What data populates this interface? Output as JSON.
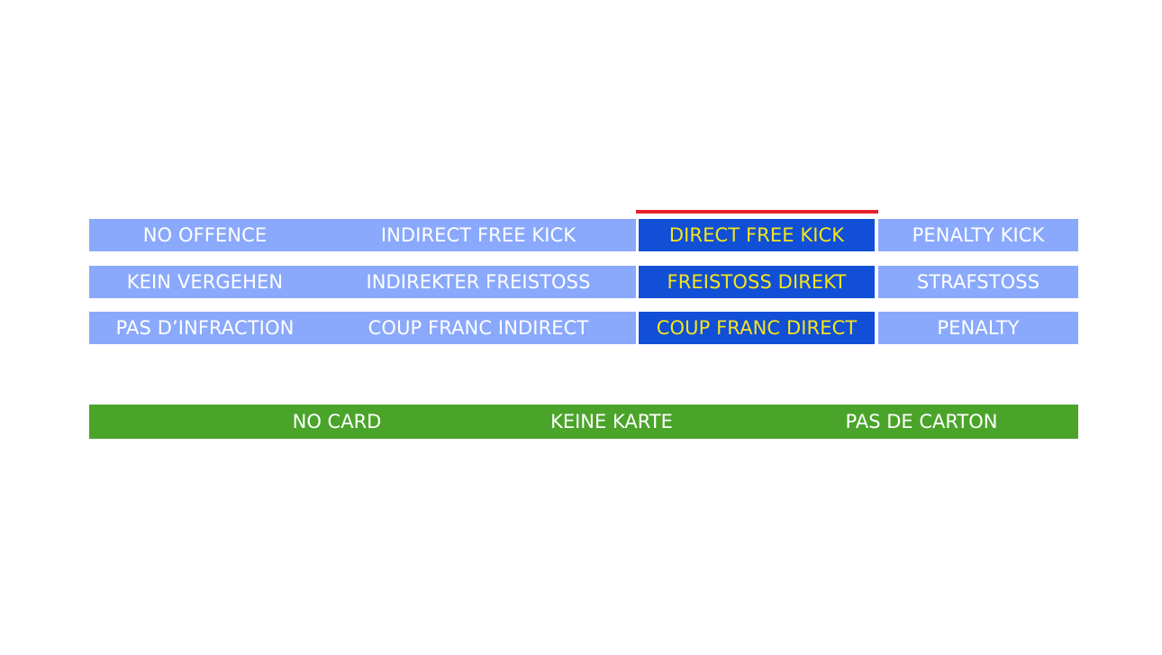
{
  "colors": {
    "light_cell": "#8aa9fc",
    "selected_cell": "#114fd6",
    "selected_text": "#f4e51c",
    "indicator": "#e8202a",
    "card_bar": "#4ba42a",
    "text": "#ffffff"
  },
  "decisions": {
    "selected_column": 2,
    "rows": [
      {
        "language": "EN",
        "cells": [
          "NO OFFENCE",
          "INDIRECT FREE KICK",
          "DIRECT FREE KICK",
          "PENALTY KICK"
        ]
      },
      {
        "language": "DE",
        "cells": [
          "KEIN VERGEHEN",
          "INDIREKTER FREISTOSS",
          "FREISTOSS DIREKT",
          "STRAFSTOSS"
        ]
      },
      {
        "language": "FR",
        "cells": [
          "PAS D’INFRACTION",
          "COUP FRANC INDIRECT",
          "COUP FRANC DIRECT",
          "PENALTY"
        ]
      }
    ]
  },
  "card": {
    "labels": [
      "NO CARD",
      "KEINE KARTE",
      "PAS DE CARTON"
    ]
  }
}
